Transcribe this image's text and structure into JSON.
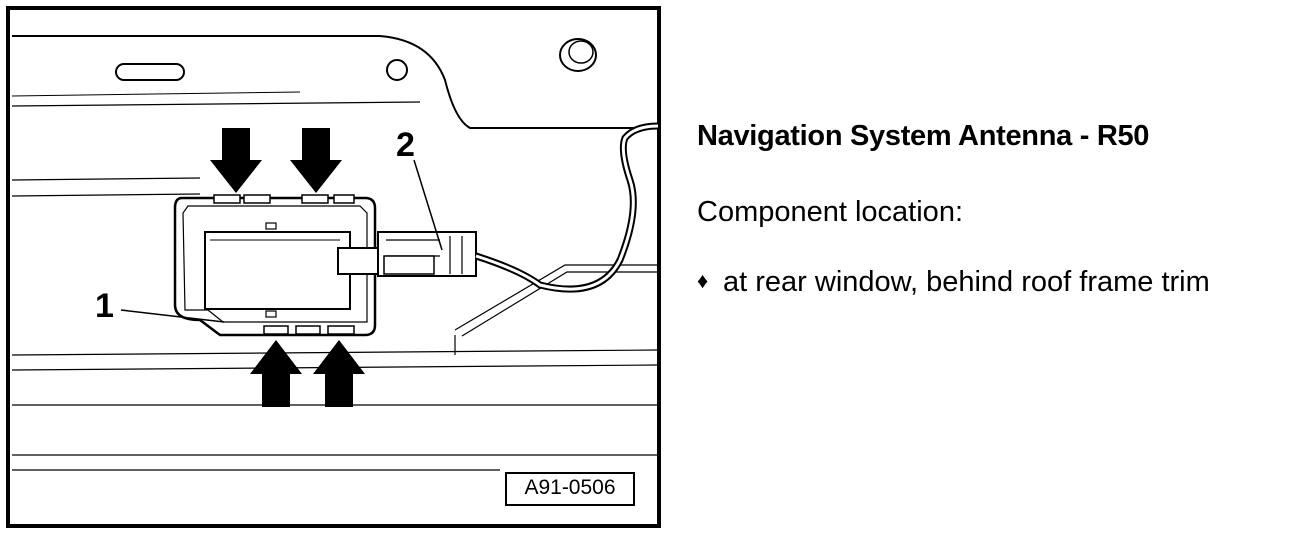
{
  "figure": {
    "callouts": [
      "1",
      "2"
    ],
    "figure_id": "A91-0506"
  },
  "text": {
    "title": "Navigation System Antenna - R50",
    "subtitle": "Component location:",
    "bullet_symbol": "♦",
    "bullet": "at rear window, behind roof frame trim"
  }
}
